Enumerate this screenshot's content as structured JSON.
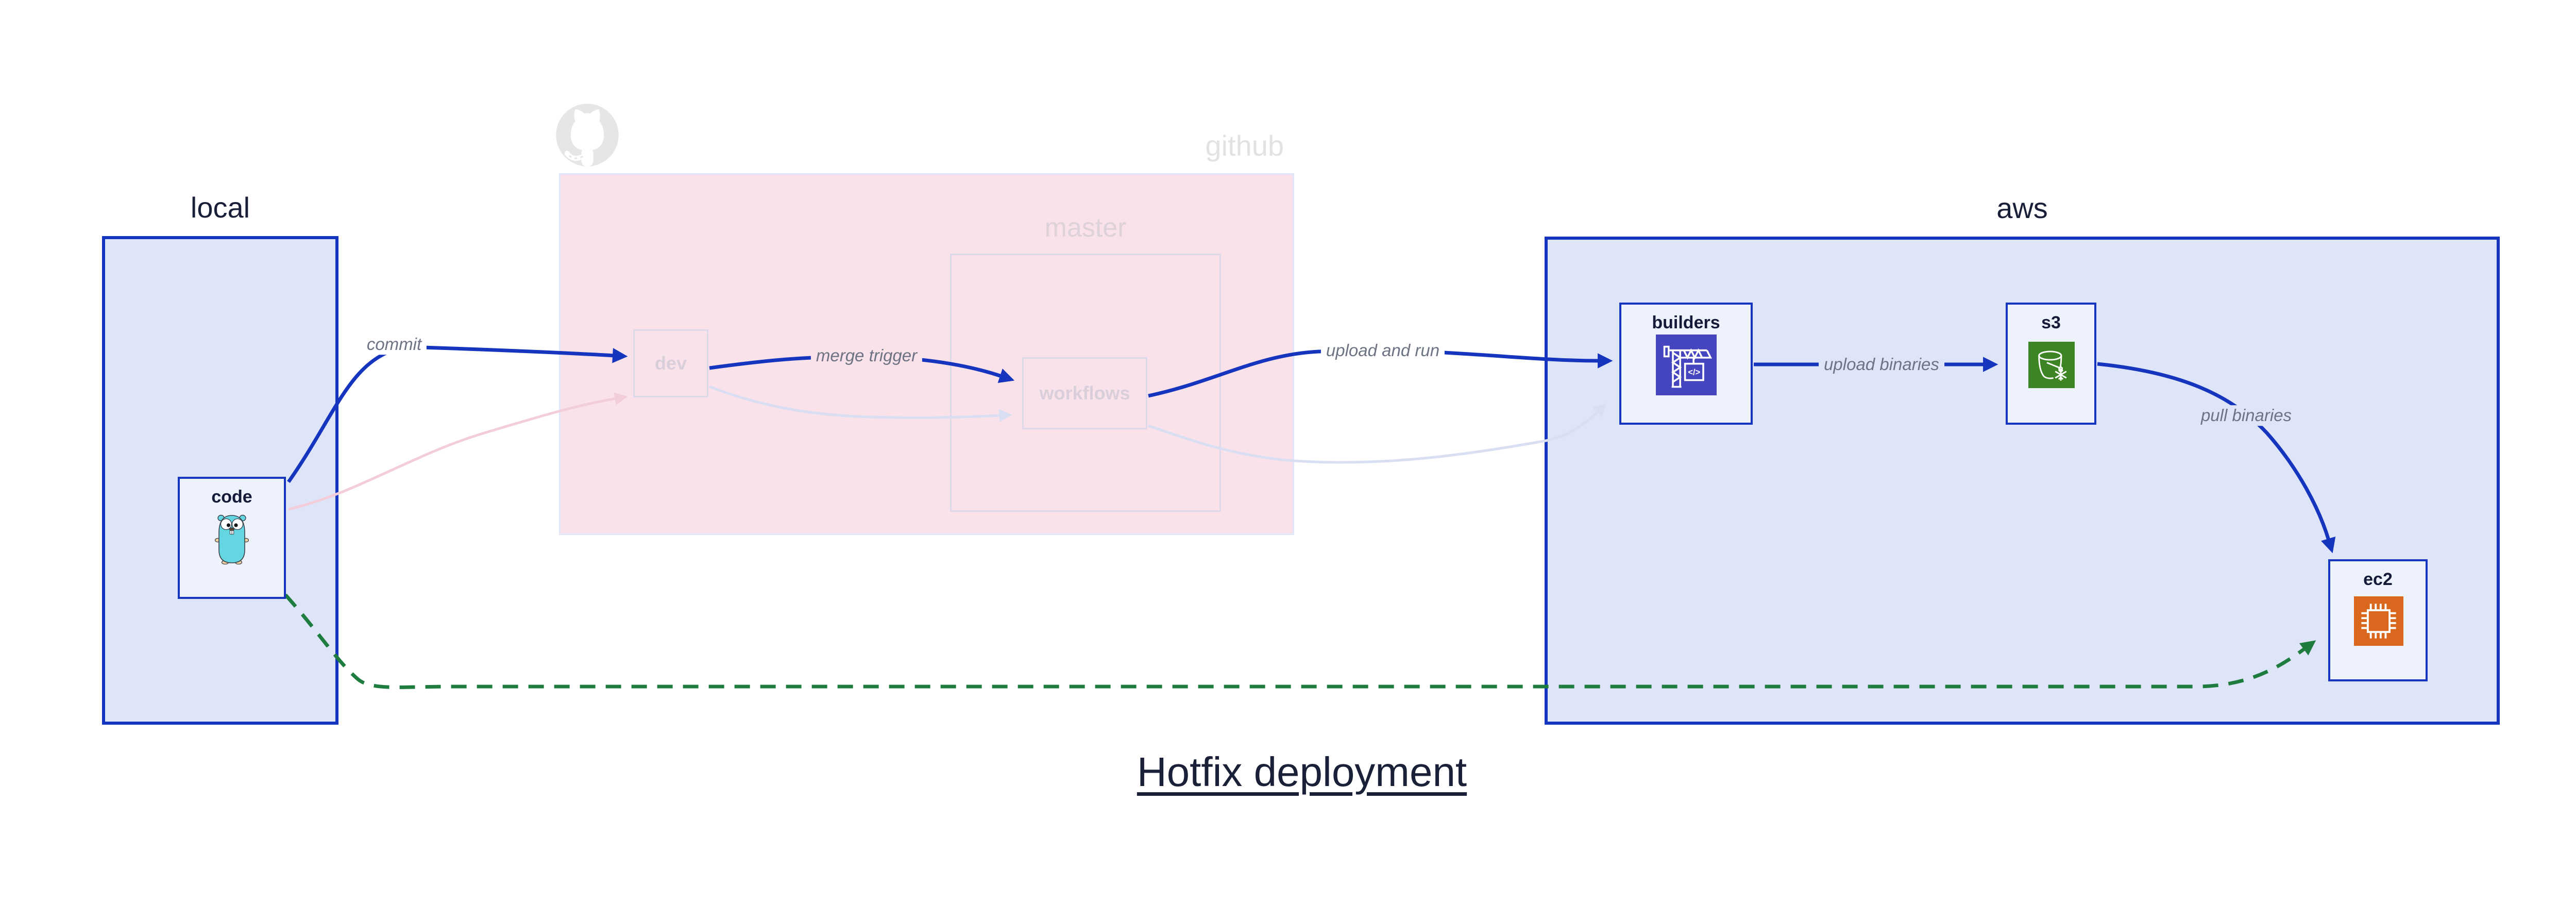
{
  "diagram": {
    "title": "Hotfix deployment"
  },
  "containers": [
    {
      "id": "local",
      "label": "local"
    },
    {
      "id": "github",
      "label": "github",
      "sub_label": "master",
      "icon": "github-octocat-icon",
      "state": "faded"
    },
    {
      "id": "aws",
      "label": "aws"
    }
  ],
  "nodes": [
    {
      "id": "code",
      "label": "code",
      "icon": "go-gopher-icon",
      "container": "local"
    },
    {
      "id": "dev",
      "label": "dev",
      "container": "github",
      "state": "faded"
    },
    {
      "id": "workflows",
      "label": "workflows",
      "container": "github/master",
      "state": "faded"
    },
    {
      "id": "builders",
      "label": "builders",
      "icon": "aws-codebuild-icon",
      "container": "aws"
    },
    {
      "id": "s3",
      "label": "s3",
      "icon": "aws-s3-glacier-icon",
      "container": "aws"
    },
    {
      "id": "ec2",
      "label": "ec2",
      "icon": "aws-ec2-icon",
      "container": "aws"
    }
  ],
  "edges": [
    {
      "from": "code",
      "to": "dev",
      "label": "commit",
      "style": "solid-blue"
    },
    {
      "from": "dev",
      "to": "workflows",
      "label": "merge trigger",
      "style": "solid-blue"
    },
    {
      "from": "workflows",
      "to": "builders",
      "label": "upload and run",
      "style": "solid-blue"
    },
    {
      "from": "builders",
      "to": "s3",
      "label": "upload binaries",
      "style": "solid-blue"
    },
    {
      "from": "s3",
      "to": "ec2",
      "label": "pull binaries",
      "style": "solid-blue"
    },
    {
      "from": "code",
      "to": "ec2",
      "label": "",
      "style": "dashed-green-hotfix"
    },
    {
      "from": "code",
      "to": "dev",
      "label": "",
      "style": "faded-pink"
    },
    {
      "from": "dev",
      "to": "workflows",
      "label": "",
      "style": "faded-lavender"
    },
    {
      "from": "workflows",
      "to": "builders",
      "label": "",
      "style": "faded-lavender"
    }
  ],
  "colors": {
    "edge_blue": "#1535be",
    "container_fill": "#dfe5f9",
    "node_fill": "#eef2fc",
    "github_fill": "#f9e2e9",
    "faded_border": "#ded8eb",
    "faded_text": "#d9cfdb",
    "edge_label_gray": "#6d7383",
    "hotfix_green": "#1e7c3e",
    "faded_pink_edge": "#f3cdd9",
    "faded_lavender_edge": "#d9def2",
    "codebuild_indigo": "#4645c0",
    "s3_green": "#3d8524",
    "ec2_orange": "#d9671d",
    "gopher_teal": "#64d6e2",
    "octocat_gray": "#e6e6e6",
    "title_navy": "#1a2038"
  }
}
